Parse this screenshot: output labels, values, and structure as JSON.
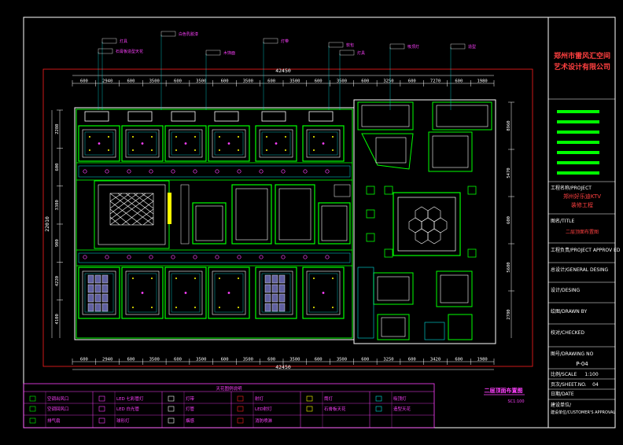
{
  "colors": {
    "background": "#000000",
    "border": "#ffffff",
    "red": "#ff2020",
    "green": "#00ff00",
    "cyan": "#00e0e0",
    "magenta": "#ff40ff",
    "blue": "#4060ff",
    "yellow": "#ffff00"
  },
  "title_block": {
    "company": [
      "郑州市雷风汇空间",
      "艺术设计有限公司"
    ],
    "project_label": "工程名称/PROJECT",
    "project_name": "郑州好乐迪KTV",
    "project_sub": "装修工程",
    "title_label": "图名/TITLE",
    "title_value": "二层顶面布置图",
    "approved_label": "工程负责/PROJECT APPROV ED",
    "general_label": "总设计/GENERAL DESING",
    "design_label": "设计/DESING",
    "drawn_label": "绘图/DRAWN BY",
    "checked_label": "校对/CHECKED",
    "drawing_no_label": "图号/DRAWING NO",
    "drawing_no": "P-04",
    "scale_label": "比例/SCALE",
    "scale": "1:100",
    "sheet_label": "页次/SHEET.NO.",
    "sheet_no": "04",
    "date_label": "日期/DATE",
    "customer_label": "建设单位/CUSTOMER'S APPROVAL"
  },
  "drawing": {
    "caption": "二层顶面布置图",
    "caption_scale": "SC1:100",
    "total_width": "42450",
    "top_dims": [
      "600",
      "2940",
      "600",
      "3500",
      "600",
      "3500",
      "600",
      "3500",
      "600",
      "3500",
      "600",
      "3500",
      "600",
      "3250",
      "600",
      "7270",
      "600",
      "1980"
    ],
    "bottom_dims": [
      "600",
      "2940",
      "600",
      "3500",
      "600",
      "3500",
      "600",
      "3500",
      "600",
      "3500",
      "600",
      "3500",
      "600",
      "3250",
      "600",
      "3420",
      "600",
      "1980"
    ],
    "left_dims": [
      "2280",
      "600",
      "3380",
      "900",
      "4220",
      "4100"
    ],
    "left_total": "22010",
    "right_dims": [
      "8960",
      "5470",
      "600",
      "5680",
      "2780"
    ]
  },
  "legend": {
    "title": "天花图例说明",
    "items": [
      {
        "label": "空调出风口"
      },
      {
        "label": "LED 七彩管灯"
      },
      {
        "label": "灯带"
      },
      {
        "label": "射灯"
      },
      {
        "label": "筒灯"
      },
      {
        "label": "吸顶灯"
      },
      {
        "label": "空调回风口"
      },
      {
        "label": "LED 白光管"
      },
      {
        "label": "灯管"
      },
      {
        "label": "LED射灯"
      },
      {
        "label": "石膏板天花"
      },
      {
        "label": "造型天花"
      },
      {
        "label": "排气扇"
      },
      {
        "label": "球形灯"
      },
      {
        "label": "烟感"
      },
      {
        "label": "消防喷淋"
      }
    ]
  },
  "tags": [
    "灯具",
    "石膏板造型天花",
    "白色乳胶漆",
    "木饰面",
    "灯带",
    "软包",
    "灯具",
    "吸顶灯",
    "造型"
  ]
}
